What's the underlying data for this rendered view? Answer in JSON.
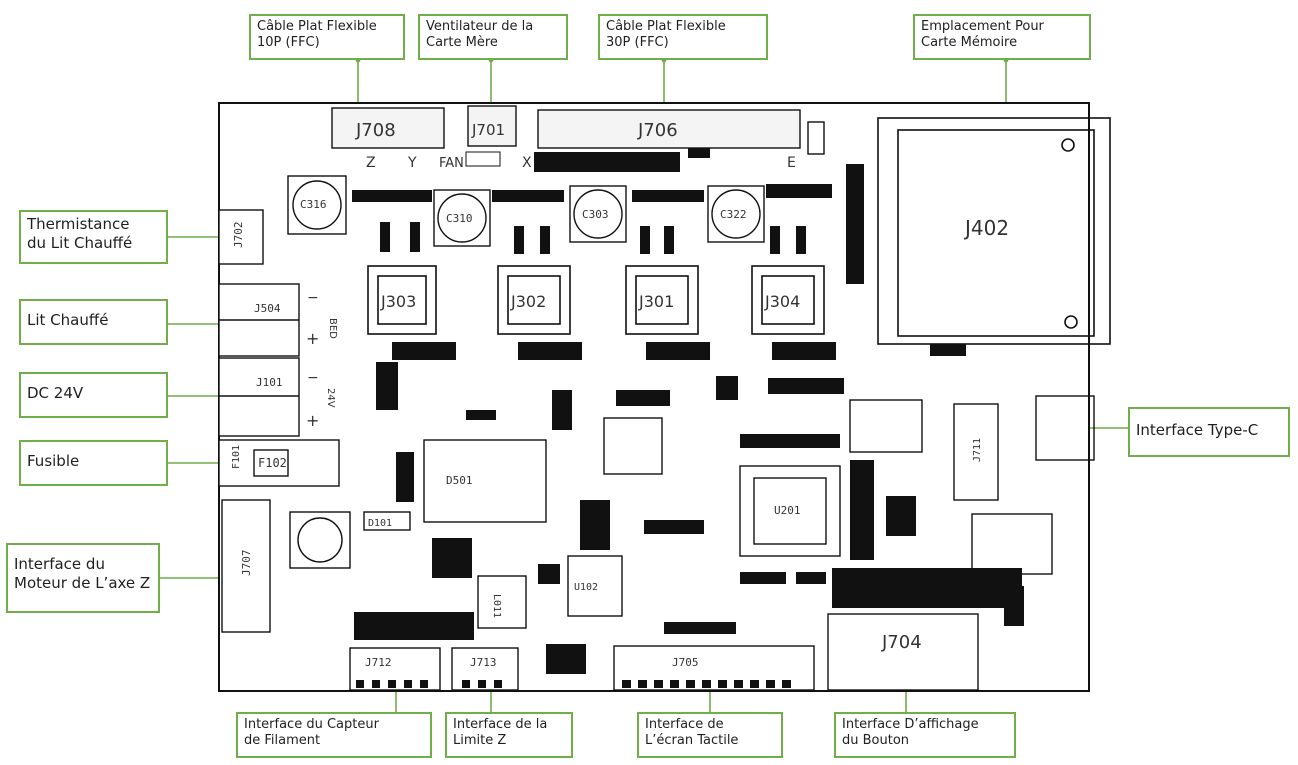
{
  "labels": {
    "ffc10": [
      "Câble Plat Flexible",
      "10P (FFC)"
    ],
    "fan": [
      "Ventilateur de la",
      "Carte Mère"
    ],
    "ffc30": [
      "Câble Plat Flexible",
      "30P (FFC)"
    ],
    "sd": [
      "Emplacement Pour",
      "Carte Mémoire"
    ],
    "thermistor": [
      "Thermistance",
      "du Lit Chauffé"
    ],
    "heatbed": [
      "Lit Chauffé"
    ],
    "dc24": [
      "DC 24V"
    ],
    "fuse": [
      "Fusible"
    ],
    "zmotor": [
      "Interface du",
      "Moteur de L’axe Z"
    ],
    "typec": [
      "Interface Type-C"
    ],
    "filament": [
      "Interface du Capteur",
      "de Filament"
    ],
    "zlimit": [
      "Interface de la",
      "Limite Z"
    ],
    "touch": [
      "Interface de",
      "L’écran Tactile"
    ],
    "button": [
      "Interface D’affichage",
      "du Bouton"
    ]
  },
  "board": {
    "connectors": {
      "j708": "J708",
      "j701": "J701",
      "j706": "J706",
      "j402": "J402",
      "j702": "J702",
      "j504": "J504",
      "j101": "J101",
      "f101": "F101",
      "f102": "F102",
      "j707": "J707",
      "j712": "J712",
      "j713": "J713",
      "j705": "J705",
      "j704": "J704",
      "j711": "J711",
      "u201": "U201",
      "d501": "D501",
      "d101": "D101",
      "u102": "U102",
      "l011": "L011",
      "c316": "C316",
      "c310": "C310",
      "c303": "C303",
      "c322": "C322",
      "j303": "J303",
      "j302": "J302",
      "j301": "J301",
      "j304": "J304"
    },
    "silk": {
      "z": "Z",
      "y": "Y",
      "x": "X",
      "fan": "FAN",
      "e": "E",
      "v24": "24V",
      "bed": "BED",
      "minus": "−",
      "plus": "+"
    }
  }
}
